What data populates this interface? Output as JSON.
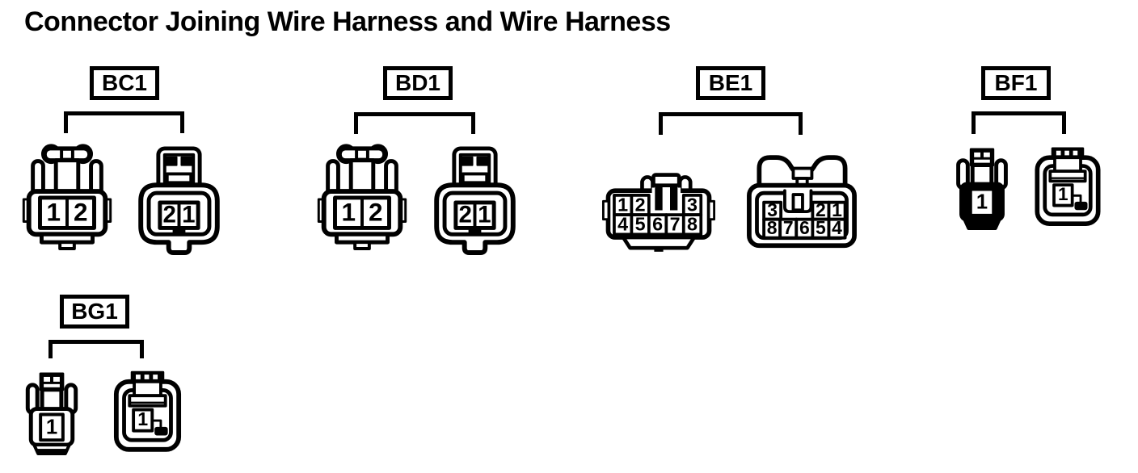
{
  "title": "Connector Joining Wire Harness and Wire Harness",
  "colors": {
    "line": "#000000",
    "background": "#ffffff"
  },
  "groups": [
    {
      "id": "bc1",
      "label": "BC1",
      "connectors": [
        {
          "name": "male-2-pin",
          "pins": [
            "1",
            "2"
          ]
        },
        {
          "name": "female-2-pin",
          "pins": [
            "2",
            "1"
          ]
        }
      ]
    },
    {
      "id": "bd1",
      "label": "BD1",
      "connectors": [
        {
          "name": "male-2-pin",
          "pins": [
            "1",
            "2"
          ]
        },
        {
          "name": "female-2-pin",
          "pins": [
            "2",
            "1"
          ]
        }
      ]
    },
    {
      "id": "be1",
      "label": "BE1",
      "connectors": [
        {
          "name": "male-8-pin",
          "pins": [
            "1",
            "2",
            "3",
            "4",
            "5",
            "6",
            "7",
            "8"
          ]
        },
        {
          "name": "female-8-pin",
          "pins": [
            "3",
            "2",
            "1",
            "8",
            "7",
            "6",
            "5",
            "4"
          ]
        }
      ]
    },
    {
      "id": "bf1",
      "label": "BF1",
      "connectors": [
        {
          "name": "male-1-pin",
          "pins": [
            "1"
          ]
        },
        {
          "name": "female-1-pin",
          "pins": [
            "1"
          ]
        }
      ]
    },
    {
      "id": "bg1",
      "label": "BG1",
      "connectors": [
        {
          "name": "male-1-pin",
          "pins": [
            "1"
          ]
        },
        {
          "name": "female-1-pin",
          "pins": [
            "1"
          ]
        }
      ]
    }
  ]
}
